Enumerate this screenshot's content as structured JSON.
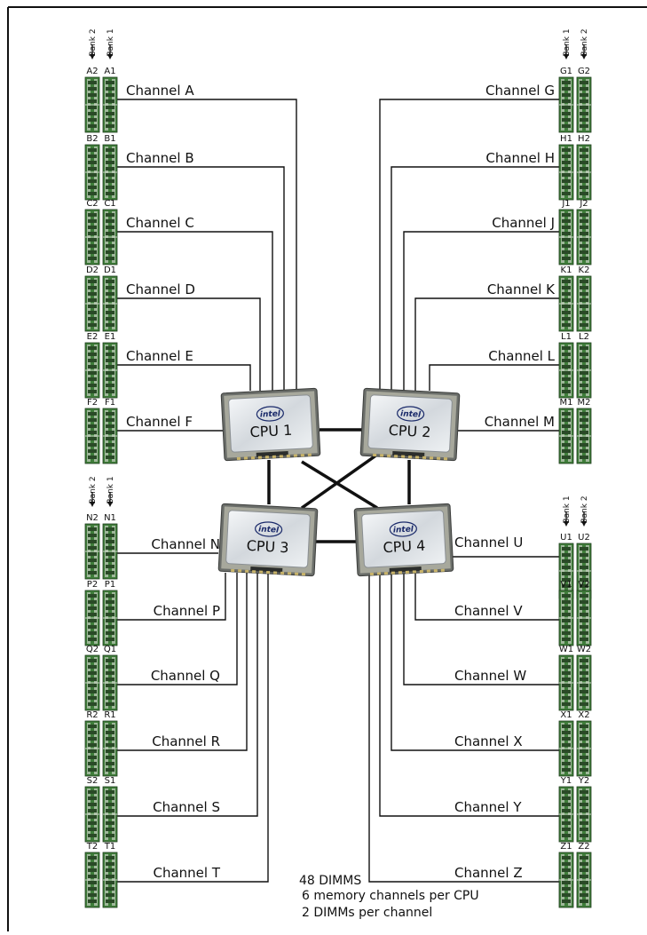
{
  "bank_labels": {
    "bank1": "Bank 1",
    "bank2": "Bank 2"
  },
  "cpus": [
    {
      "id": "cpu1",
      "label": "CPU 1",
      "brand": "intel"
    },
    {
      "id": "cpu2",
      "label": "CPU 2",
      "brand": "intel"
    },
    {
      "id": "cpu3",
      "label": "CPU 3",
      "brand": "intel"
    },
    {
      "id": "cpu4",
      "label": "CPU 4",
      "brand": "intel"
    }
  ],
  "channels": [
    {
      "id": "a",
      "label": "Channel A",
      "slot1": "A1",
      "slot2": "A2",
      "cpu": "cpu1"
    },
    {
      "id": "b",
      "label": "Channel B",
      "slot1": "B1",
      "slot2": "B2",
      "cpu": "cpu1"
    },
    {
      "id": "c",
      "label": "Channel C",
      "slot1": "C1",
      "slot2": "C2",
      "cpu": "cpu1"
    },
    {
      "id": "d",
      "label": "Channel D",
      "slot1": "D1",
      "slot2": "D2",
      "cpu": "cpu1"
    },
    {
      "id": "e",
      "label": "Channel E",
      "slot1": "E1",
      "slot2": "E2",
      "cpu": "cpu1"
    },
    {
      "id": "f",
      "label": "Channel F",
      "slot1": "F1",
      "slot2": "F2",
      "cpu": "cpu1"
    },
    {
      "id": "g",
      "label": "Channel G",
      "slot1": "G1",
      "slot2": "G2",
      "cpu": "cpu2"
    },
    {
      "id": "h",
      "label": "Channel H",
      "slot1": "H1",
      "slot2": "H2",
      "cpu": "cpu2"
    },
    {
      "id": "j",
      "label": "Channel J",
      "slot1": "J1",
      "slot2": "J2",
      "cpu": "cpu2"
    },
    {
      "id": "k",
      "label": "Channel K",
      "slot1": "K1",
      "slot2": "K2",
      "cpu": "cpu2"
    },
    {
      "id": "l",
      "label": "Channel L",
      "slot1": "L1",
      "slot2": "L2",
      "cpu": "cpu2"
    },
    {
      "id": "m",
      "label": "Channel M",
      "slot1": "M1",
      "slot2": "M2",
      "cpu": "cpu2"
    },
    {
      "id": "n",
      "label": "Channel N",
      "slot1": "N1",
      "slot2": "N2",
      "cpu": "cpu3"
    },
    {
      "id": "p",
      "label": "Channel P",
      "slot1": "P1",
      "slot2": "P2",
      "cpu": "cpu3"
    },
    {
      "id": "q",
      "label": "Channel Q",
      "slot1": "Q1",
      "slot2": "Q2",
      "cpu": "cpu3"
    },
    {
      "id": "r",
      "label": "Channel R",
      "slot1": "R1",
      "slot2": "R2",
      "cpu": "cpu3"
    },
    {
      "id": "s",
      "label": "Channel S",
      "slot1": "S1",
      "slot2": "S2",
      "cpu": "cpu3"
    },
    {
      "id": "t",
      "label": "Channel T",
      "slot1": "T1",
      "slot2": "T2",
      "cpu": "cpu3"
    },
    {
      "id": "u",
      "label": "Channel U",
      "slot1": "U1",
      "slot2": "U2",
      "cpu": "cpu4"
    },
    {
      "id": "v",
      "label": "Channel V",
      "slot1": "V1",
      "slot2": "V2",
      "cpu": "cpu4"
    },
    {
      "id": "w",
      "label": "Channel W",
      "slot1": "W1",
      "slot2": "W2",
      "cpu": "cpu4"
    },
    {
      "id": "x",
      "label": "Channel X",
      "slot1": "X1",
      "slot2": "X2",
      "cpu": "cpu4"
    },
    {
      "id": "y",
      "label": "Channel Y",
      "slot1": "Y1",
      "slot2": "Y2",
      "cpu": "cpu4"
    },
    {
      "id": "z",
      "label": "Channel Z",
      "slot1": "Z1",
      "slot2": "Z2",
      "cpu": "cpu4"
    }
  ],
  "summary": {
    "line1": "48 DIMMS",
    "line2": "6 memory channels per CPU",
    "line3": "2 DIMMs per channel"
  },
  "colors": {
    "dimm_green": "#3f7d3a",
    "line": "#111111",
    "cpu_die": "#d9dde2"
  }
}
